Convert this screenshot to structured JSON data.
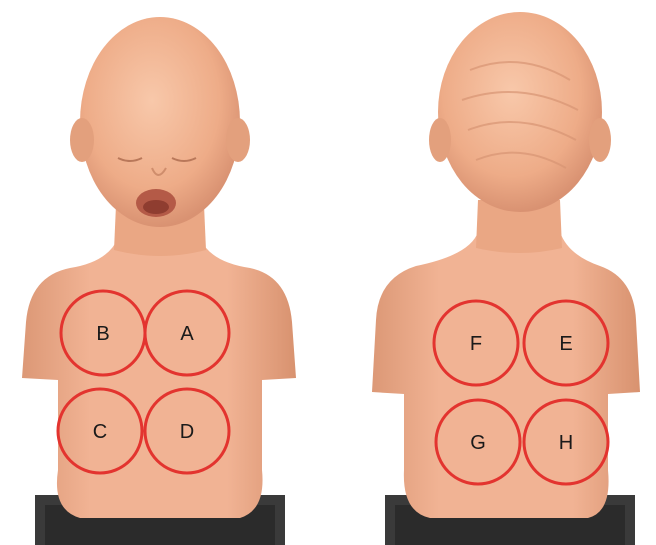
{
  "figure": {
    "front_view": {
      "zones": [
        {
          "id": "B",
          "label": "B"
        },
        {
          "id": "A",
          "label": "A"
        },
        {
          "id": "C",
          "label": "C"
        },
        {
          "id": "D",
          "label": "D"
        }
      ]
    },
    "back_view": {
      "zones": [
        {
          "id": "F",
          "label": "F"
        },
        {
          "id": "E",
          "label": "E"
        },
        {
          "id": "G",
          "label": "G"
        },
        {
          "id": "H",
          "label": "H"
        }
      ]
    }
  },
  "colors": {
    "skin": "#f0b08e",
    "skin_shadow": "#d8906d",
    "skin_highlight": "#f7c4a6",
    "stand": "#3a3a3a",
    "circle": "#e3342f",
    "label": "#1a1a1a"
  }
}
